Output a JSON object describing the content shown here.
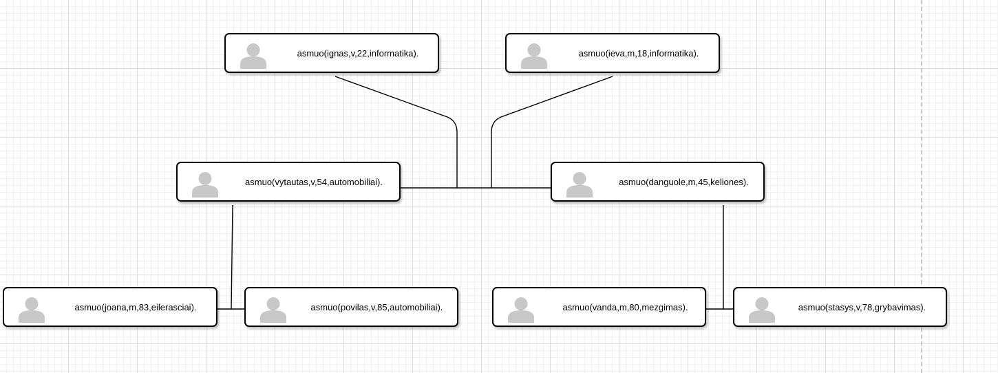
{
  "diagram": {
    "nodes": [
      {
        "id": "ignas",
        "label": "asmuo(ignas,v,22,informatika).",
        "icon": "person-icon"
      },
      {
        "id": "ieva",
        "label": "asmuo(ieva,m,18,informatika).",
        "icon": "person-icon"
      },
      {
        "id": "vytautas",
        "label": "asmuo(vytautas,v,54,automobiliai).",
        "icon": "person-icon"
      },
      {
        "id": "danguole",
        "label": "asmuo(danguole,m,45,keliones).",
        "icon": "person-icon"
      },
      {
        "id": "joana",
        "label": "asmuo(joana,m,83,eilerasciai).",
        "icon": "person-icon"
      },
      {
        "id": "povilas",
        "label": "asmuo(povilas,v,85,automobiliai).",
        "icon": "person-icon"
      },
      {
        "id": "vanda",
        "label": "asmuo(vanda,m,80,mezgimas).",
        "icon": "person-icon"
      },
      {
        "id": "stasys",
        "label": "asmuo(stasys,v,78,grybavimas).",
        "icon": "person-icon"
      }
    ],
    "edges": [
      {
        "from": "vytautas",
        "to": "danguole",
        "kind": "marriage"
      },
      {
        "from": "joana",
        "to": "povilas",
        "kind": "marriage"
      },
      {
        "from": "vanda",
        "to": "stasys",
        "kind": "marriage"
      },
      {
        "from": "vytautas",
        "to": "ignas",
        "kind": "child"
      },
      {
        "from": "vytautas",
        "to": "ieva",
        "kind": "child"
      },
      {
        "from": "joana",
        "to": "vytautas",
        "kind": "child"
      },
      {
        "from": "vanda",
        "to": "danguole",
        "kind": "child"
      }
    ],
    "colors": {
      "stroke": "#000000",
      "icon": "#c8c8c8",
      "node_fill": "#ffffff"
    }
  }
}
